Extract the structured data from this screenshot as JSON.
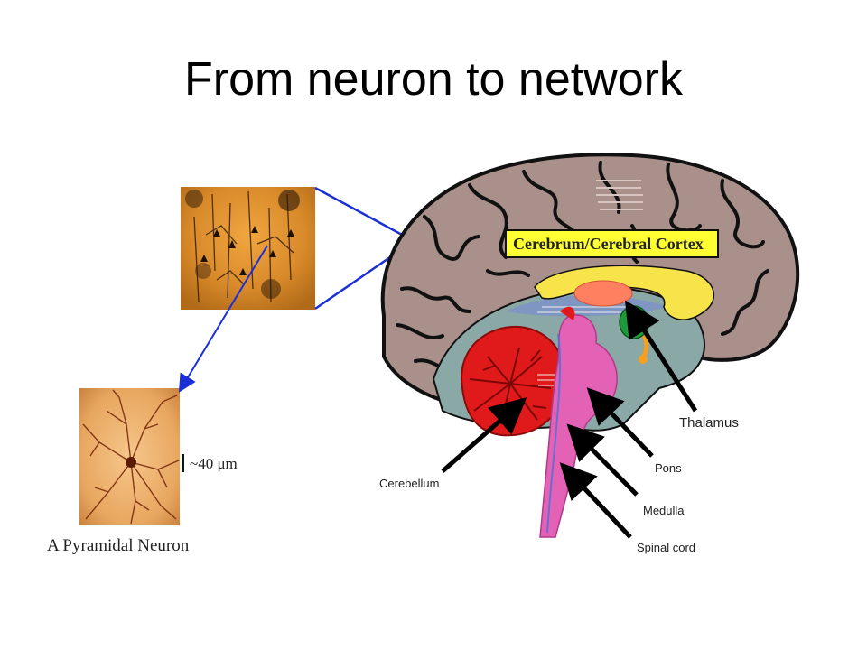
{
  "slide": {
    "title": "From neuron to network"
  },
  "labels": {
    "cerebrum": "Cerebrum/Cerebral Cortex",
    "thalamus": "Thalamus",
    "pons": "Pons",
    "medulla": "Medulla",
    "spinal_cord": "Spinal cord",
    "cerebellum": "Cerebellum",
    "scale": "~40 μm",
    "neuron_caption": "A Pyramidal Neuron"
  },
  "colors": {
    "cortex": "#a9908b",
    "cortex_outline": "#111111",
    "inner_region": "#8aa8a6",
    "cerebellum": "#e01a1a",
    "brainstem": "#e462b6",
    "thalamus": "#ff8060",
    "callosum": "#f7e34a",
    "green_body": "#1f9a3a",
    "label_box": "#ffff33",
    "connector": "#1a2fd6",
    "micrograph": "#d98a2a"
  }
}
